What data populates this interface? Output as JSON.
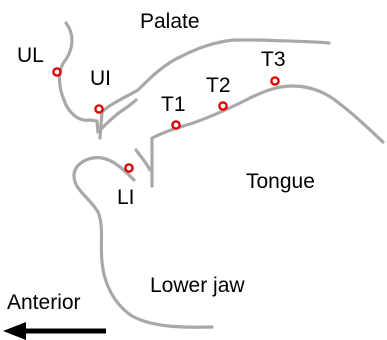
{
  "regions": {
    "palate": "Palate",
    "tongue": "Tongue",
    "lower_jaw": "Lower jaw",
    "anterior": "Anterior"
  },
  "sensors": {
    "ul": "UL",
    "ui": "UI",
    "t1": "T1",
    "t2": "T2",
    "t3": "T3",
    "li": "LI"
  },
  "colors": {
    "outline": "#a8a8a8",
    "sensor": "#e00000",
    "arrow": "#000000"
  }
}
